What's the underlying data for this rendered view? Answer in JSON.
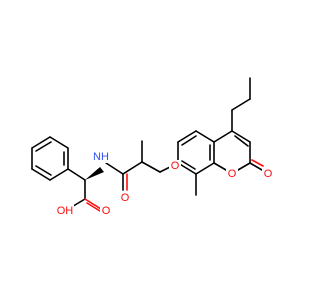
{
  "colors": {
    "background": "#ffffff",
    "bond": "#000000",
    "oxygen": "#ff0d0d",
    "nitrogen": "#3050f8"
  },
  "labels": {
    "nh": "NH",
    "o_amide": "O",
    "o_ether": "O",
    "o_ring": "O",
    "o_lactone_carbonyl": "O",
    "o_acid_carbonyl": "O",
    "oh": "OH"
  }
}
